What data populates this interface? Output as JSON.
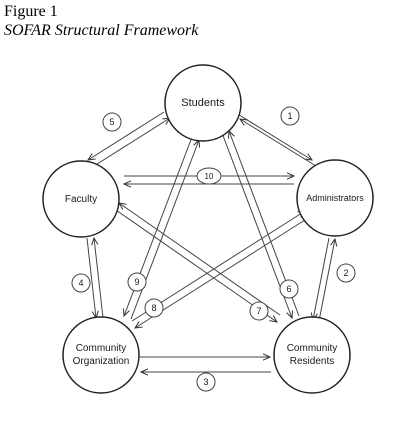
{
  "figure": {
    "label": "Figure 1",
    "title": "SOFAR Structural Framework"
  },
  "nodes": {
    "students": [
      "Students"
    ],
    "administrators": [
      "Administrators"
    ],
    "community_residents": [
      "Community",
      "Residents"
    ],
    "community_organization": [
      "Community",
      "Organization"
    ],
    "faculty": [
      "Faculty"
    ]
  },
  "relationships": [
    {
      "number": "1",
      "between": [
        "Students",
        "Administrators"
      ]
    },
    {
      "number": "2",
      "between": [
        "Administrators",
        "Community Residents"
      ]
    },
    {
      "number": "3",
      "between": [
        "Community Organization",
        "Community Residents"
      ]
    },
    {
      "number": "4",
      "between": [
        "Faculty",
        "Community Organization"
      ]
    },
    {
      "number": "5",
      "between": [
        "Faculty",
        "Students"
      ]
    },
    {
      "number": "6",
      "between": [
        "Students",
        "Community Residents"
      ]
    },
    {
      "number": "7",
      "between": [
        "Faculty",
        "Community Residents"
      ]
    },
    {
      "number": "8",
      "between": [
        "Community Organization",
        "Administrators"
      ]
    },
    {
      "number": "9",
      "between": [
        "Students",
        "Community Organization"
      ]
    },
    {
      "number": "10",
      "between": [
        "Faculty",
        "Administrators"
      ]
    }
  ]
}
